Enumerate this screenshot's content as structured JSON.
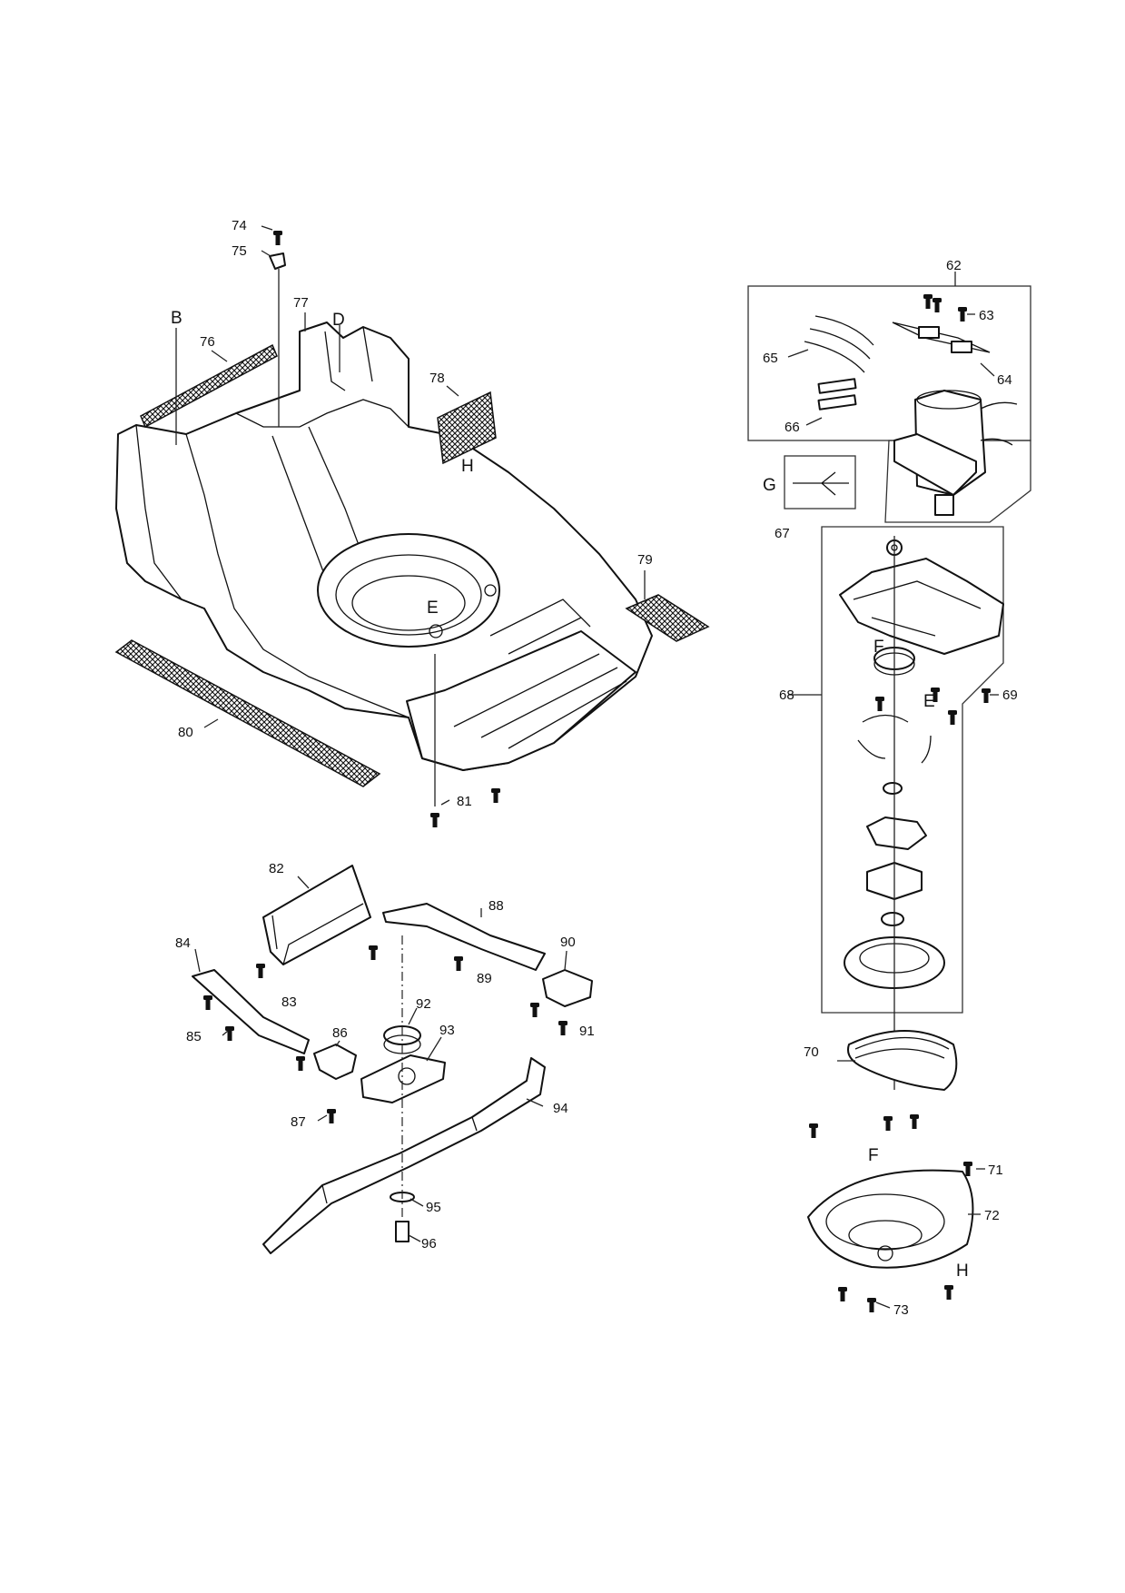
{
  "labels": {
    "p62": "62",
    "p63": "63",
    "p64": "64",
    "p65": "65",
    "p66": "66",
    "p67": "67",
    "p68": "68",
    "p69": "69",
    "p70": "70",
    "p71": "71",
    "p72": "72",
    "p73": "73",
    "p74": "74",
    "p75": "75",
    "p76": "76",
    "p77": "77",
    "p78": "78",
    "p79": "79",
    "p80": "80",
    "p81": "81",
    "p82": "82",
    "p83": "83",
    "p84": "84",
    "p85": "85",
    "p86": "86",
    "p87": "87",
    "p88": "88",
    "p89": "89",
    "p90": "90",
    "p91": "91",
    "p92": "92",
    "p93": "93",
    "p94": "94",
    "p95": "95",
    "p96": "96"
  },
  "refs": {
    "B": "B",
    "D": "D",
    "H_deck": "H",
    "E_deck": "E",
    "G": "G",
    "F_motor": "F",
    "E_motor": "E",
    "F_housing": "F",
    "H_housing": "H"
  }
}
